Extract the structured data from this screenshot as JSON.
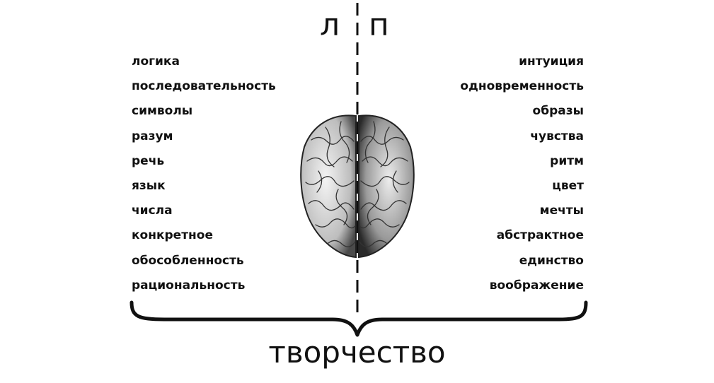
{
  "header": {
    "left_letter": "л",
    "right_letter": "п"
  },
  "left_list": [
    "логика",
    "последовательность",
    "символы",
    "разум",
    "речь",
    "язык",
    "числа",
    "конкретное",
    "обособленность",
    "рациональность"
  ],
  "right_list": [
    "интуиция",
    "одновременность",
    "образы",
    "чувства",
    "ритм",
    "цвет",
    "мечты",
    "абстрактное",
    "единство",
    "воображение"
  ],
  "footer": {
    "label": "творчество"
  },
  "colors": {
    "ink": "#111111",
    "background": "#ffffff"
  },
  "icons": {
    "center": "brain-icon",
    "bottom": "curly-brace-icon"
  }
}
